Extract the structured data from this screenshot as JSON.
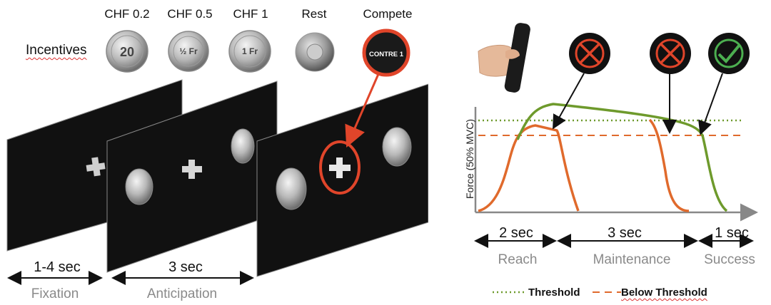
{
  "incentives_label": "Incentives",
  "coins": [
    {
      "label": "CHF 0.2",
      "face": "20"
    },
    {
      "label": "CHF 0.5",
      "face": "½ Fr"
    },
    {
      "label": "CHF 1",
      "face": "1 Fr"
    },
    {
      "label": "Rest",
      "face": ""
    },
    {
      "label": "Compete",
      "face": "CONTRE 1"
    }
  ],
  "left_durations": [
    "1-4 sec",
    "3 sec"
  ],
  "left_phases": [
    "Fixation",
    "Anticipation"
  ],
  "right_durations": [
    "2 sec",
    "3 sec",
    "1 sec"
  ],
  "right_phases": [
    "Reach",
    "Maintenance",
    "Success"
  ],
  "y_axis_label": "Force (50% MVC)",
  "legend": {
    "threshold": "Threshold",
    "below": "Below Threshold"
  },
  "colors": {
    "green": "#6e9a2c",
    "orange": "#e06a2c",
    "red": "#e0452a",
    "check": "#4caf50"
  },
  "icons": [
    "cross-icon",
    "cross-icon",
    "check-icon"
  ]
}
